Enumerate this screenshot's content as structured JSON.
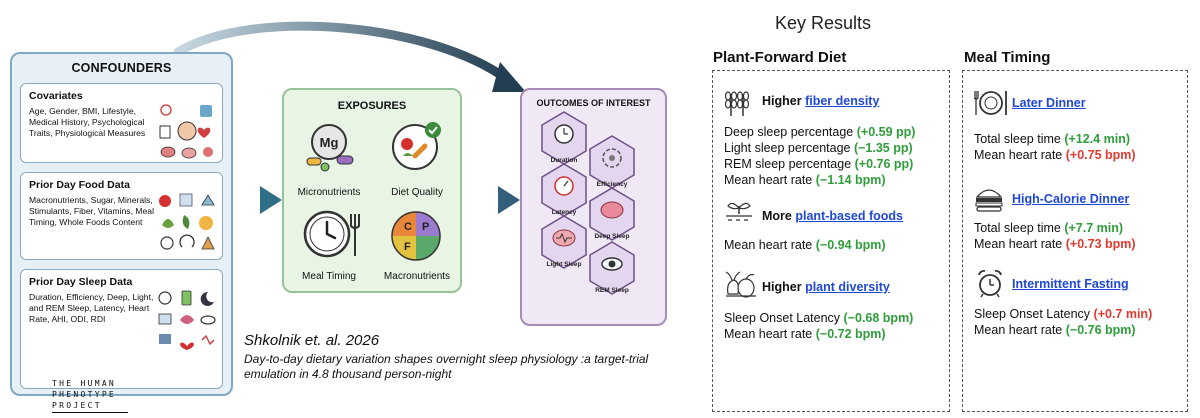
{
  "confounders": {
    "title": "CONFOUNDERS",
    "boxes": [
      {
        "title": "Covariates",
        "body": "Age, Gender, BMI, Lifestyle, Medical History, Psychological Traits, Physiological Measures"
      },
      {
        "title": "Prior Day Food Data",
        "body": "Macronutrients, Sugar, Minerals, Stimulants, Fiber, Vitamins, Meal Timing, Whole Foods Content"
      },
      {
        "title": "Prior Day Sleep Data",
        "body": "Duration, Efficiency, Deep, Light, and REM Sleep, Latency, Heart Rate, AHI, ODI, RDI"
      }
    ]
  },
  "exposures": {
    "title": "EXPOSURES",
    "items": [
      "Micronutrients",
      "Diet Quality",
      "Meal Timing",
      "Macronutrients"
    ],
    "mg_symbol": "Mg",
    "macro_letters": [
      "C",
      "P",
      "F"
    ]
  },
  "outcomes": {
    "title": "OUTCOMES OF INTEREST",
    "items": [
      "Duration",
      "Efficiency",
      "Latency",
      "Deep Sleep",
      "Light Sleep",
      "REM Sleep"
    ]
  },
  "citation": {
    "author": "Shkolnik et. al. 2026",
    "title_line1": "Day-to-day dietary variation shapes overnight sleep physiology :a target-trial",
    "title_line2": "emulation in 4.8 thousand person-night"
  },
  "logo": {
    "line1": "THE HUMAN",
    "line2": "PHENOTYPE",
    "line3": "PROJECT"
  },
  "key_results": {
    "title": "Key Results",
    "plant": {
      "title": "Plant-Forward Diet",
      "groups": [
        {
          "prefix": "Higher",
          "link": "fiber density",
          "icon": "wheat-icon",
          "results": [
            {
              "label": "Deep sleep percentage",
              "value": "(+0.59 pp)"
            },
            {
              "label": "Light sleep percentage",
              "value": "(−1.35 pp)"
            },
            {
              "label": "REM sleep percentage",
              "value": "(+0.76 pp)"
            },
            {
              "label": "Mean heart rate",
              "value": "(−1.14 bpm)"
            }
          ]
        },
        {
          "prefix": "More",
          "link": "plant-based foods",
          "icon": "sprout-icon",
          "results": [
            {
              "label": "Mean heart rate",
              "value": "(−0.94 bpm)"
            }
          ]
        },
        {
          "prefix": "Higher",
          "link": "plant diversity",
          "icon": "vegetables-icon",
          "results": [
            {
              "label": "Sleep Onset Latency",
              "value": "(−0.68 bpm)"
            },
            {
              "label": "Mean heart rate",
              "value": "(−0.72 bpm)"
            }
          ]
        }
      ]
    },
    "timing": {
      "title": "Meal Timing",
      "groups": [
        {
          "link": "Later Dinner",
          "icon": "plate-icon",
          "results": [
            {
              "label": "Total sleep time",
              "value": "(+12.4 min)",
              "color": "#2e9d3a"
            },
            {
              "label": "Mean heart rate",
              "value": "(+0.75 bpm)",
              "color": "#e03a2f"
            }
          ]
        },
        {
          "link": "High-Calorie Dinner",
          "icon": "burger-icon",
          "results": [
            {
              "label": "Total sleep time",
              "value": "(+7.7 min)",
              "color": "#2e9d3a"
            },
            {
              "label": "Mean heart rate",
              "value": "(+0.73 bpm)",
              "color": "#e03a2f"
            }
          ]
        },
        {
          "link": "Intermittent Fasting",
          "icon": "alarm-clock-icon",
          "results": [
            {
              "label": "Sleep Onset Latency",
              "value": "(+0.7 min)",
              "color": "#e03a2f"
            },
            {
              "label": "Mean heart rate",
              "value": "(−0.76 bpm)",
              "color": "#2e9d3a"
            }
          ]
        }
      ]
    }
  }
}
